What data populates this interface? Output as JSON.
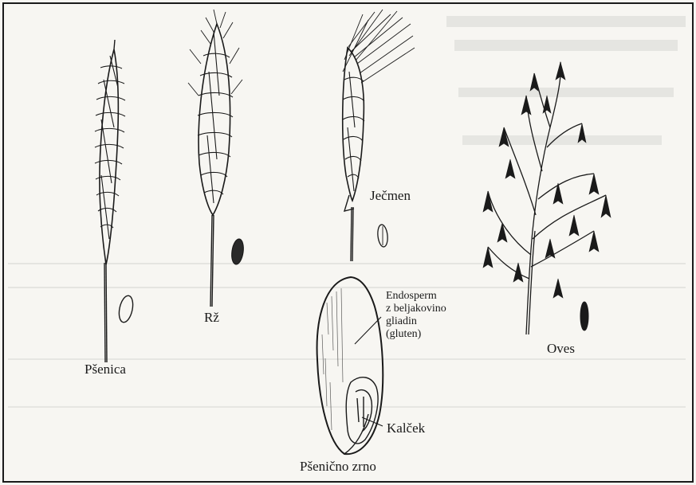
{
  "labels": {
    "psenica": "Pšenica",
    "rz": "Rž",
    "jecmen": "Ječmen",
    "oves": "Oves",
    "endosperm": [
      "Endosperm",
      "z beljakovino",
      "gliadin",
      "(gluten)"
    ],
    "kalcek": "Kalček",
    "psenicno_zrno": "Pšenično zrno"
  },
  "colors": {
    "ink": "#1a1a1a",
    "paper": "#f7f6f2"
  }
}
